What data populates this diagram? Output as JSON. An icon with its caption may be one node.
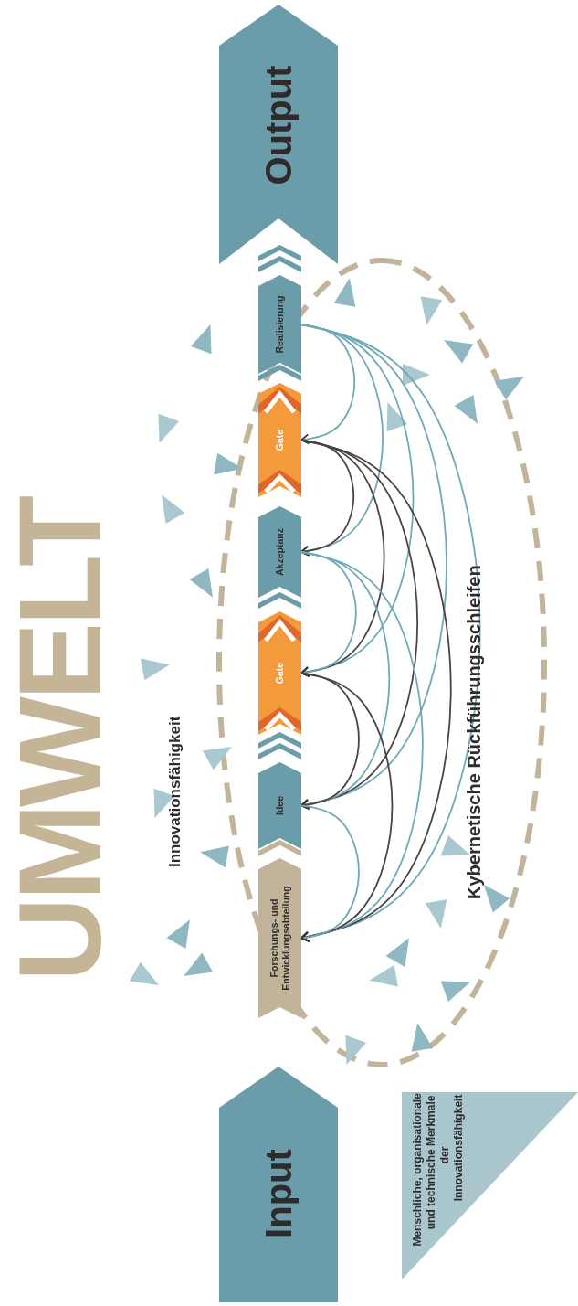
{
  "diagram": {
    "title": "UMWELT",
    "nodes": [
      {
        "text": [
          "Input"
        ]
      },
      {
        "text": [
          "Forschungs- und Entwicklungsabteilung"
        ]
      },
      {
        "text": [
          "Idee"
        ]
      },
      {
        "text": [
          "Gate"
        ]
      },
      {
        "text": [
          "Akzeptanz"
        ]
      },
      {
        "text": [
          "Gate"
        ]
      },
      {
        "text": [
          "Realisierung"
        ]
      },
      {
        "text": [
          "Output"
        ]
      },
      {
        "text": [
          "Menschliche, organisationale und technische Merkmale der Innovationsfähigkeit"
        ]
      }
    ],
    "edges": [
      {
        "from": 6,
        "to": 5,
        "arrow": "to"
      },
      {
        "from": 6,
        "to": 4,
        "arrow": "to"
      },
      {
        "from": 6,
        "to": 3,
        "arrow": "to"
      },
      {
        "from": 6,
        "to": 2,
        "arrow": "to"
      },
      {
        "from": 6,
        "to": 1,
        "arrow": "to"
      },
      {
        "from": 5,
        "to": 4,
        "arrow": "to",
        "color": "#4b4347"
      },
      {
        "from": 5,
        "to": 3,
        "arrow": "to",
        "color": "#4b4347"
      },
      {
        "from": 5,
        "to": 2,
        "arrow": "to",
        "color": "#4b4347"
      },
      {
        "from": 5,
        "to": 1,
        "arrow": "to",
        "color": "#4b4347"
      },
      {
        "from": 4,
        "to": 3,
        "arrow": "to"
      },
      {
        "from": 4,
        "to": 2,
        "arrow": "to"
      },
      {
        "from": 4,
        "to": 1,
        "arrow": "to"
      },
      {
        "from": 3,
        "to": 2,
        "arrow": "to",
        "color": "#4b4347"
      },
      {
        "from": 3,
        "to": 1,
        "arrow": "to",
        "color": "#4b4347"
      },
      {
        "from": 2,
        "to": 1,
        "arrow": "to"
      }
    ],
    "labels": [
      "Innovationsfähigkeit",
      "Kybernetische Rückführungsschleifen"
    ]
  }
}
